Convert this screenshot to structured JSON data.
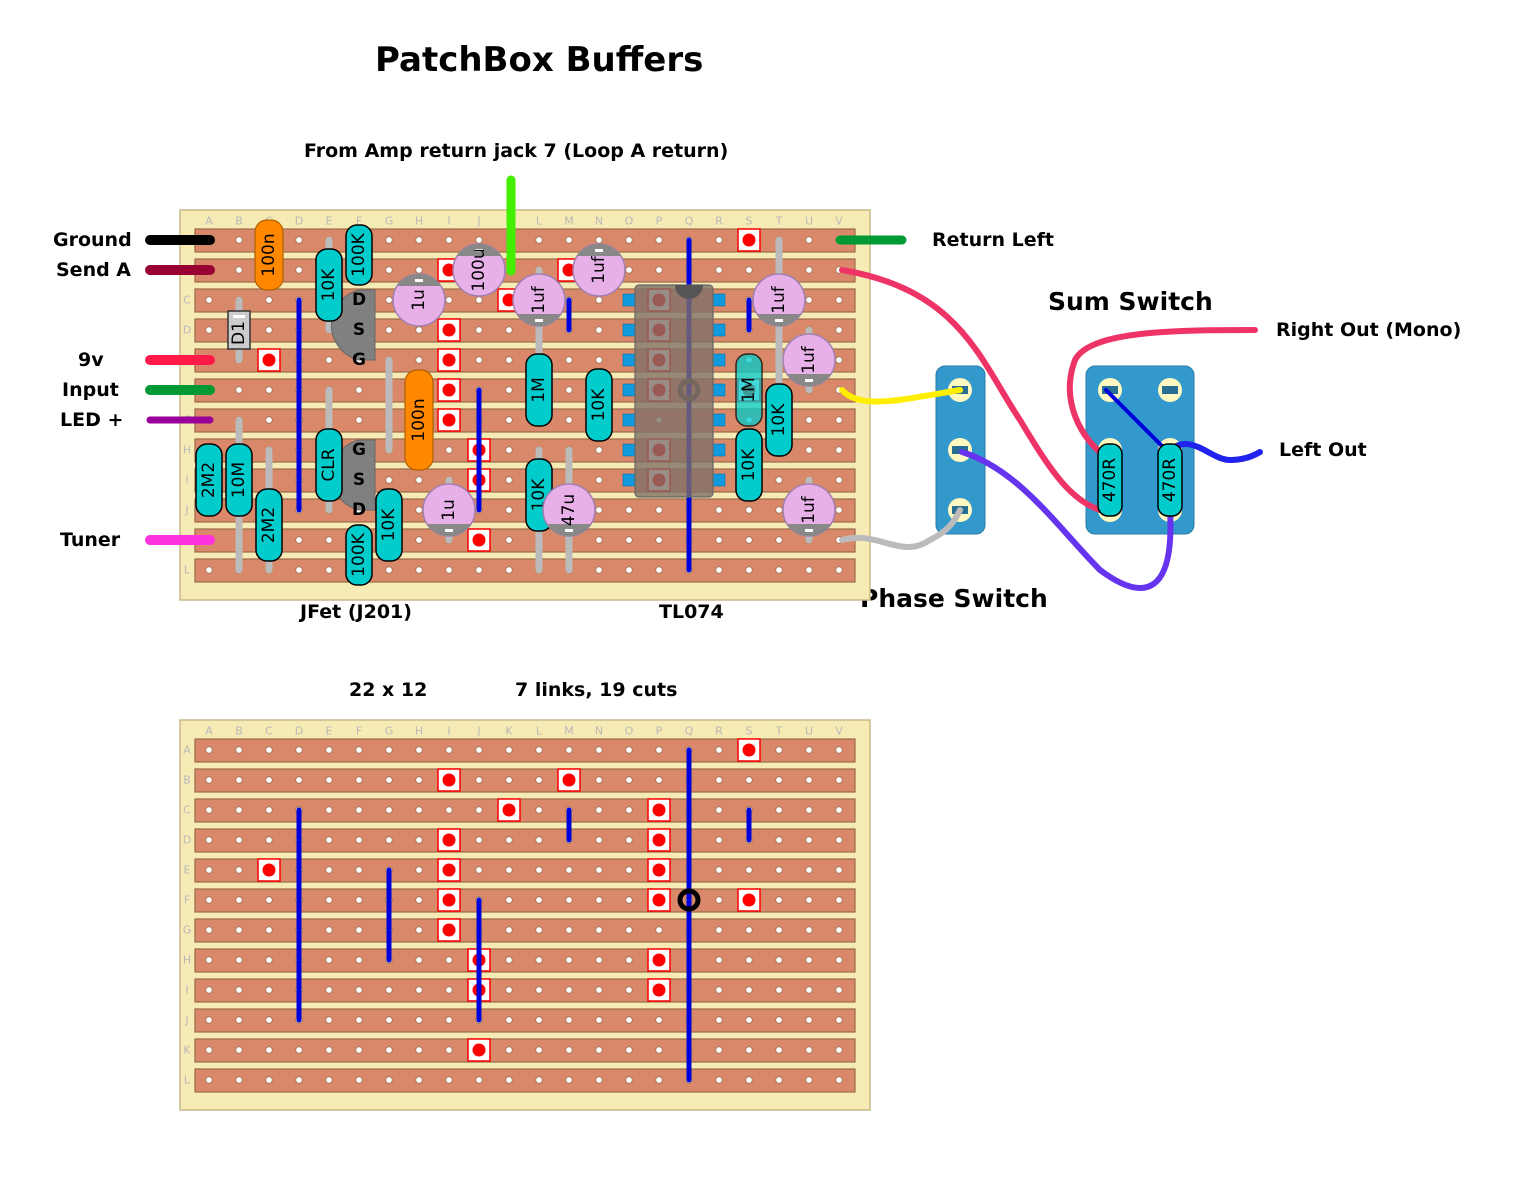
{
  "title": "PatchBox Buffers",
  "top_label": "From Amp return jack 7 (Loop A return)",
  "colors": {
    "board": "#f7ebb5",
    "strip": "#d9896a",
    "cut_fill": "#ff0000",
    "link": "#0000dd",
    "resistor": "#00cccc",
    "cap_film": "#ff8800",
    "cap_elec": "#e8b0e8",
    "switch": "#3399cc"
  },
  "board": {
    "columns": [
      "A",
      "B",
      "C",
      "D",
      "E",
      "F",
      "G",
      "H",
      "I",
      "J",
      "K",
      "L",
      "M",
      "N",
      "O",
      "P",
      "Q",
      "R",
      "S",
      "T",
      "U",
      "V"
    ],
    "rows": [
      "A",
      "B",
      "C",
      "D",
      "E",
      "F",
      "G",
      "H",
      "I",
      "J",
      "K",
      "L"
    ]
  },
  "left_wires": [
    {
      "label": "Ground",
      "row": "A",
      "color": "#000000"
    },
    {
      "label": "Send A",
      "row": "B",
      "color": "#990033"
    },
    {
      "label": "9v",
      "row": "E",
      "color": "#ff1a4a"
    },
    {
      "label": "Input",
      "row": "F",
      "color": "#009933"
    },
    {
      "label": "LED +",
      "row": "G",
      "color": "#990099"
    },
    {
      "label": "Tuner",
      "row": "K",
      "color": "#ff33dd"
    }
  ],
  "right_labels": {
    "return_left": "Return Left",
    "right_out": "Right Out (Mono)",
    "left_out": "Left Out"
  },
  "switches": {
    "sum": "Sum Switch",
    "phase": "Phase Switch"
  },
  "ic_labels": {
    "jfet": "JFet (J201)",
    "opamp": "TL074"
  },
  "stats": {
    "size": "22 x 12",
    "links_cuts": "7 links, 19 cuts"
  },
  "cuts": [
    [
      "S",
      "A"
    ],
    [
      "I",
      "B"
    ],
    [
      "M",
      "B"
    ],
    [
      "K",
      "C"
    ],
    [
      "P",
      "C"
    ],
    [
      "I",
      "D"
    ],
    [
      "P",
      "D"
    ],
    [
      "C",
      "E"
    ],
    [
      "I",
      "E"
    ],
    [
      "P",
      "E"
    ],
    [
      "I",
      "F"
    ],
    [
      "P",
      "F"
    ],
    [
      "S",
      "F"
    ],
    [
      "I",
      "G"
    ],
    [
      "J",
      "H"
    ],
    [
      "P",
      "H"
    ],
    [
      "J",
      "I"
    ],
    [
      "P",
      "I"
    ],
    [
      "J",
      "K"
    ]
  ],
  "links": [
    [
      "D",
      "C",
      "J"
    ],
    [
      "G",
      "E",
      "H"
    ],
    [
      "J",
      "F",
      "J"
    ],
    [
      "M",
      "C",
      "D"
    ],
    [
      "Q",
      "A",
      "L"
    ],
    [
      "S",
      "C",
      "D"
    ]
  ],
  "resistors": [
    {
      "label": "100K",
      "col": "F",
      "r1": "A",
      "r2": "B"
    },
    {
      "label": "10K",
      "col": "E",
      "r1": "A",
      "r2": "D"
    },
    {
      "label": "1M",
      "col": "L",
      "r1": "E",
      "r2": "G"
    },
    {
      "label": "10K",
      "col": "N",
      "r1": "F",
      "r2": "G"
    },
    {
      "label": "1M",
      "col": "S",
      "r1": "E",
      "r2": "G"
    },
    {
      "label": "10K",
      "col": "T",
      "r1": "F",
      "r2": "H"
    },
    {
      "label": "10K",
      "col": "S",
      "r1": "H",
      "r2": "I"
    },
    {
      "label": "2M2",
      "col": "A",
      "r1": "H",
      "r2": "J"
    },
    {
      "label": "10M",
      "col": "B",
      "r1": "F",
      "r2": "L"
    },
    {
      "label": "2M2",
      "col": "C",
      "r1": "I",
      "r2": "L"
    },
    {
      "label": "CLR",
      "col": "E",
      "r1": "G",
      "r2": "J"
    },
    {
      "label": "10K",
      "col": "G",
      "r1": "I",
      "r2": "L"
    },
    {
      "label": "100K",
      "col": "F",
      "r1": "K",
      "r2": "L"
    },
    {
      "label": "10K",
      "col": "L",
      "r1": "G",
      "r2": "L"
    }
  ],
  "film_caps": [
    {
      "label": "100n",
      "col": "C",
      "r1": "A",
      "r2": "B"
    },
    {
      "label": "100n",
      "col": "H",
      "r1": "F",
      "r2": "H"
    }
  ],
  "diode": {
    "label": "D1",
    "col": "B",
    "r1": "C",
    "r2": "E"
  },
  "elec_caps": [
    {
      "label": "1u",
      "col": "H",
      "row": "C"
    },
    {
      "label": "100u",
      "col": "J",
      "row": "B"
    },
    {
      "label": "1uf",
      "col": "L",
      "row": "C"
    },
    {
      "label": "1uf",
      "col": "N",
      "row": "B"
    },
    {
      "label": "1uf",
      "col": "T",
      "row": "C"
    },
    {
      "label": "1uf",
      "col": "U",
      "row": "E"
    },
    {
      "label": "47u",
      "col": "M",
      "row": "J"
    },
    {
      "label": "1u",
      "col": "I",
      "row": "J"
    },
    {
      "label": "1uf",
      "col": "U",
      "row": "J"
    }
  ],
  "jfets": [
    {
      "pins": [
        "D",
        "S",
        "G"
      ],
      "col": "F",
      "row": "C"
    },
    {
      "pins": [
        "G",
        "S",
        "D"
      ],
      "col": "F",
      "row": "H"
    }
  ],
  "sum_resistors": [
    "470R",
    "470R"
  ]
}
